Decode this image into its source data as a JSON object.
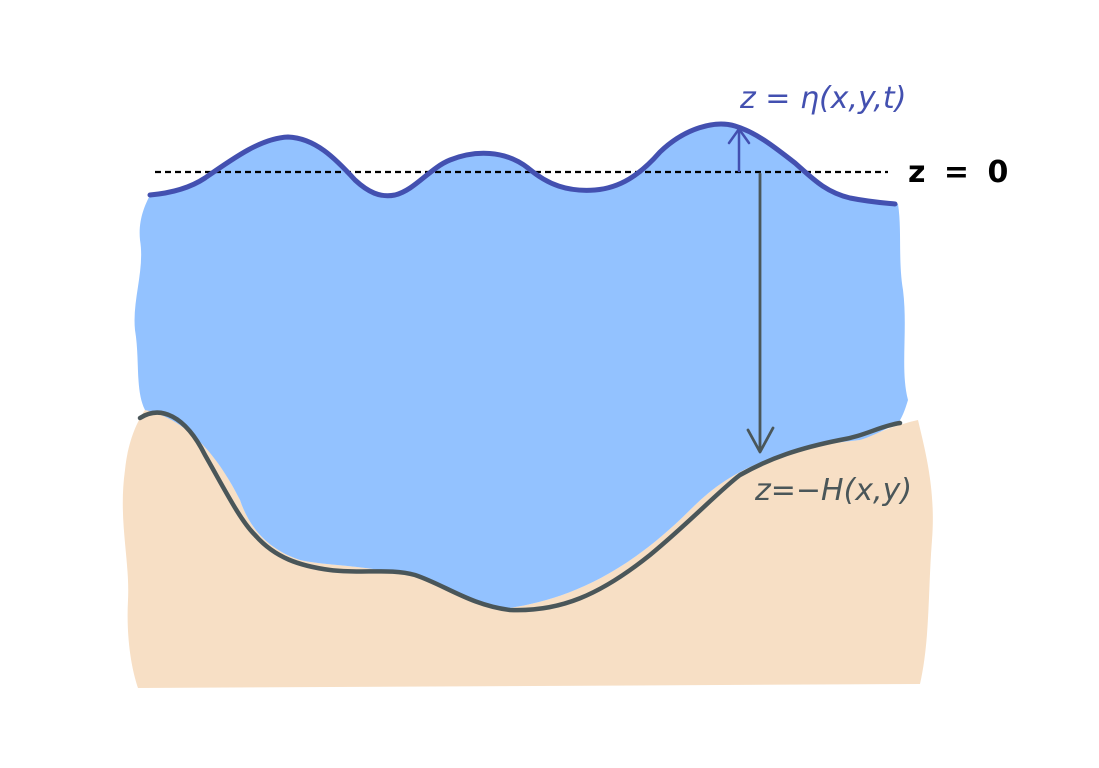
{
  "labels": {
    "surface": "z = η(x,y,t)",
    "reference": "z = 0",
    "bottom": "z=−H(x,y)"
  },
  "colors": {
    "water_fill": "#93c2ff",
    "sand_fill": "#f7dfc5",
    "surface_line": "#4350b0",
    "bottom_line": "#4a5659",
    "reference_line": "#000000",
    "depth_arrow": "#4a5659",
    "elevation_arrow": "#4350b0"
  }
}
